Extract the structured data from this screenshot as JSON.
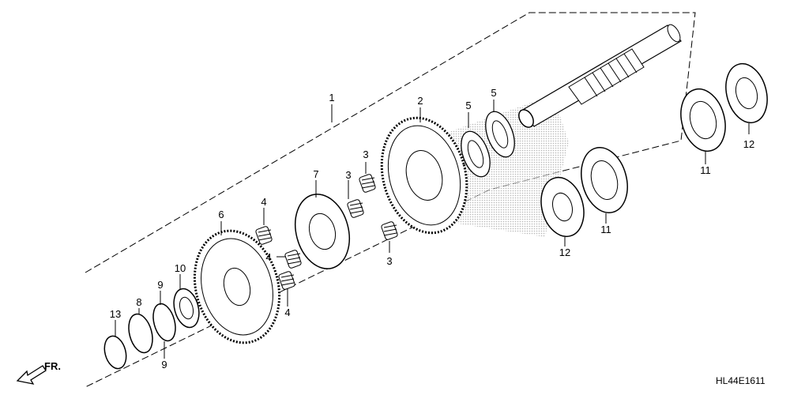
{
  "diagram": {
    "part_labels": {
      "l1": "1",
      "l2": "2",
      "l3a": "3",
      "l3b": "3",
      "l3c": "3",
      "l4a": "4",
      "l4b": "4",
      "l4c": "4",
      "l5a": "5",
      "l5b": "5",
      "l6": "6",
      "l7": "7",
      "l8": "8",
      "l9a": "9",
      "l9b": "9",
      "l10": "10",
      "l11a": "11",
      "l11b": "11",
      "l12a": "12",
      "l12b": "12",
      "l13": "13"
    },
    "direction_label": "FR.",
    "diagram_code": "HL44E1611"
  }
}
